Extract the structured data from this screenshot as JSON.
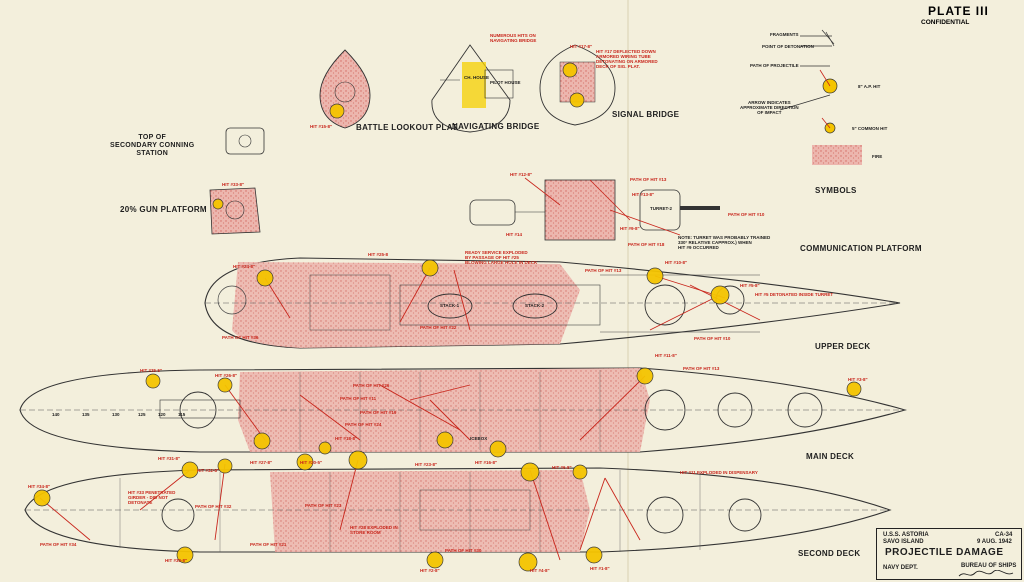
{
  "header": {
    "plate": "PLATE III",
    "classification": "CONFIDENTIAL"
  },
  "views": {
    "battle_lookout": "BATTLE LOOKOUT PLAT.",
    "navigating_bridge": "NAVIGATING BRIDGE",
    "signal_bridge": "SIGNAL BRIDGE",
    "secondary_conning": "TOP OF\nSECONDARY CONNING\nSTATION",
    "gun_platform": "20% GUN PLATFORM",
    "communication_platform": "COMMUNICATION PLATFORM",
    "upper_deck": "UPPER DECK",
    "main_deck": "MAIN DECK",
    "second_deck": "SECOND DECK",
    "symbols": "SYMBOLS"
  },
  "legend": {
    "fragments": "FRAGMENTS",
    "point_of_detonation": "POINT OF DETONATION",
    "path_of_projectile": "PATH OF PROJECTILE",
    "arrow_indicates": "ARROW INDICATES\nAPPROXIMATE DIRECTION\nOF IMPACT",
    "ap_hit": "8\" A.P. HIT",
    "common_hit": "5\" COMMON HIT",
    "fire": "FIRE"
  },
  "notes": {
    "numerous_hits": "NUMEROUS HITS ON\nNAVIGATING BRIDGE",
    "hit17_deflected": "HIT #17 DEFLECTED DOWN\nARMORED WIRING TUBE\nDETONATING ON ARMORED\nDECK OF SIG. PLAT.",
    "ready_service": "READY SERVICE EXPLODED\nBY PASSAGE OF HIT #25\nBLOWING LARGE HOLE IN DECK",
    "hit5_detonated": "HIT #5 DETONATED INSIDE TURRET",
    "turret_note": "NOTE: TURRET WAS PROBABLY TRAINED\n330° RELATIVE CAPPROX.) WHEN\nHIT #9 OCCURRED",
    "hit11": "HIT #11 EXPLODED IN DISPENSARY",
    "hit33": "HIT #33 PENETRATED\nGIRDER - DID NOT\nDETONATE",
    "hit28": "HIT #28 EXPLODED IN\nSTORE ROOM"
  },
  "hit_labels": [
    "HIT #15-8\"",
    "HIT #17-8\"",
    "HIT #33-8\"",
    "HIT #12-8\"",
    "PATH OF HIT #13",
    "HIT #13-8\"",
    "HIT #14",
    "PATH OF HIT #10",
    "HIT #9-8\"",
    "PATH OF HIT #18",
    "HIT #24-8\"",
    "HIT #25-8",
    "PATH OF HIT #13",
    "HIT #10-8\"",
    "HIT #5-8\"",
    "PATH OF HIT #36",
    "PATH OF HIT #22",
    "PATH OF HIT #10",
    "HIT #35-5\"",
    "HIT #26-8\"",
    "PATH OF HIT #26",
    "PATH OF HIT #11",
    "HIT #11-8\"",
    "PATH OF HIT #13",
    "HIT #3-8\"",
    "PATH OF HIT #19",
    "PATH OF HIT #24",
    "HIT #18-8\"",
    "HIT #27-8\"",
    "HIT #20-5\"",
    "HIT #23-8\"",
    "HIT #16-8\"",
    "HIT #31-8\"",
    "HIT #6-8\"",
    "HIT #34-8\"",
    "HIT #32-8\"",
    "PATH OF HIT #32",
    "PATH OF HIT #23",
    "PATH OF HIT #21",
    "PATH OF HIT #34",
    "PATH OF HIT #30",
    "HIT #30-8\"",
    "HIT #2-8\"",
    "HIT #4-8\"",
    "HIT #1-8\""
  ],
  "compartments": {
    "stack1": "STACK-1",
    "stack2": "STACK-2",
    "turret2": "TURRET-2",
    "icebox": "ICEBOX",
    "pilot_house": "PILOT HOUSE",
    "chart_house": "CH. HOUSE"
  },
  "frame_numbers": [
    "140",
    "135",
    "130",
    "125",
    "120",
    "115"
  ],
  "title_block": {
    "ship": "U.S.S. ASTORIA",
    "place": "SAVO ISLAND",
    "hull": "CA-34",
    "date": "9 AUG. 1942",
    "title": "PROJECTILE DAMAGE",
    "dept": "NAVY DEPT.",
    "bureau": "BUREAU OF SHIPS"
  },
  "colors": {
    "paper": "#f3efdc",
    "ink": "#1e1e1e",
    "red": "#c8261c",
    "hit_yellow": "#f5c400",
    "fire_pink": "#e8a6a0"
  }
}
